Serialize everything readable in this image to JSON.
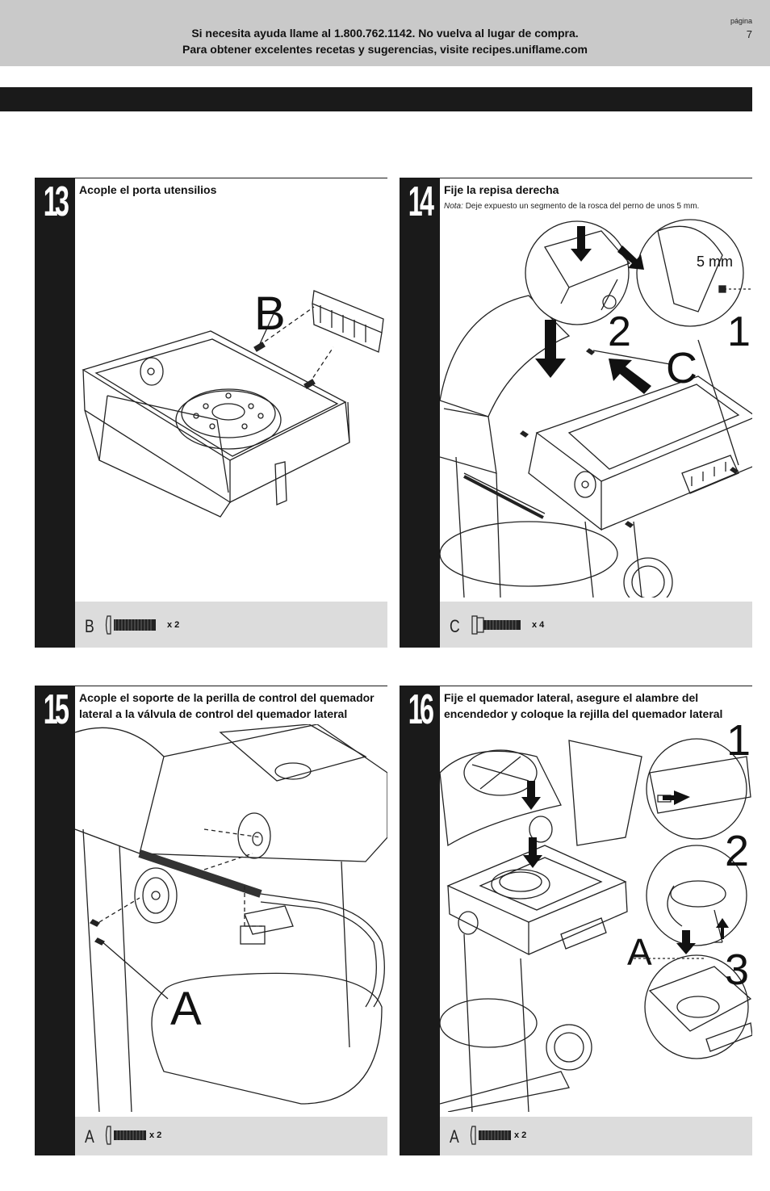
{
  "header": {
    "line1": "Si necesita ayuda llame al 1.800.762.1142. No vuelva al lugar de compra.",
    "line2": "Para obtener excelentes recetas y sugerencias, visite recipes.uniflame.com",
    "page_label": "página",
    "page_number": "7"
  },
  "steps": [
    {
      "number": "13",
      "title": "Acople el porta utensilios",
      "callouts": [
        "B"
      ],
      "part": {
        "letter": "B",
        "qty": "x 2"
      }
    },
    {
      "number": "14",
      "title": "Fije la repisa derecha",
      "note_label": "Nota:",
      "note_text": "Deje expuesto un segmento de la rosca del perno de unos 5 mm.",
      "callouts": [
        "5 mm",
        "2",
        "1",
        "C"
      ],
      "part": {
        "letter": "C",
        "qty": "x 4"
      }
    },
    {
      "number": "15",
      "title": "Acople el soporte de la perilla de control del quemador lateral a la válvula de control del quemador lateral",
      "callouts": [
        "A"
      ],
      "part": {
        "letter": "A",
        "qty": "x 2"
      }
    },
    {
      "number": "16",
      "title": "Fije el quemador lateral, asegure el alambre del encendedor y coloque la rejilla del quemador lateral",
      "callouts": [
        "1",
        "2",
        "A",
        "3"
      ],
      "part": {
        "letter": "A",
        "qty": "x 2"
      }
    }
  ]
}
